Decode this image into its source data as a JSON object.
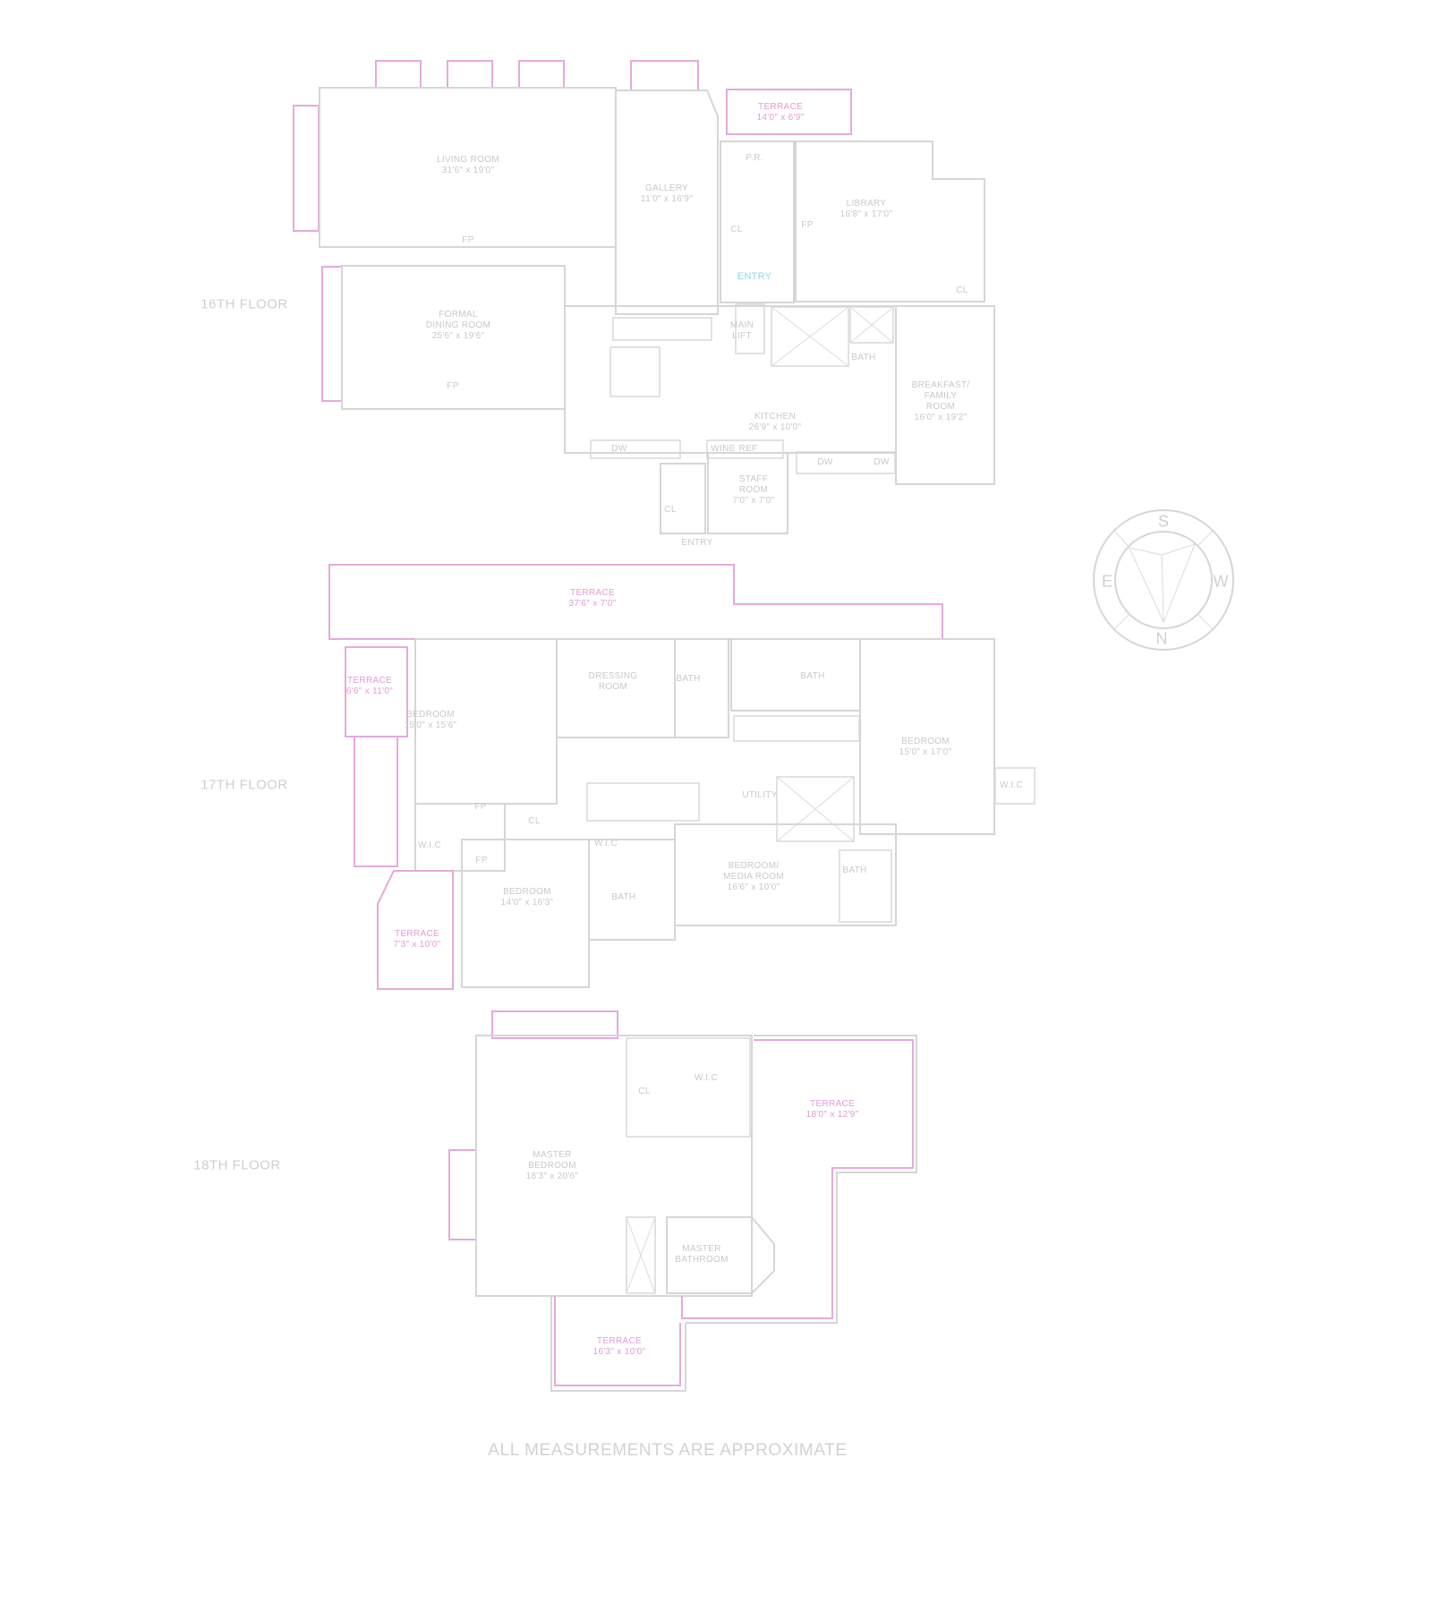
{
  "floors": {
    "f16": {
      "label": "16TH FLOOR",
      "rooms": {
        "living": {
          "name": "LIVING ROOM",
          "dim": "31'6\" x 19'0\""
        },
        "gallery": {
          "name": "GALLERY",
          "dim": "11'0\" x 16'9\""
        },
        "terrace": {
          "name": "TERRACE",
          "dim": "14'0\" x 6'9\""
        },
        "pr": {
          "name": "P.R."
        },
        "library": {
          "name": "LIBRARY",
          "dim": "16'8\" x 17'0\""
        },
        "entry": {
          "name": "ENTRY"
        },
        "dining": {
          "name": "FORMAL\nDINING ROOM",
          "dim": "25'6\" x 19'6\""
        },
        "lift": {
          "name": "MAIN\nLIFT"
        },
        "bath": {
          "name": "BATH"
        },
        "kitchen": {
          "name": "KITCHEN",
          "dim": "26'9\" x 10'0\""
        },
        "breakfast": {
          "name": "BREAKFAST/\nFAMILY\nROOM",
          "dim": "16'0\" x 19'2\""
        },
        "staff": {
          "name": "STAFF\nROOM",
          "dim": "7'0\" x 7'0\""
        },
        "service_entry": {
          "name": "ENTRY"
        },
        "fp1": "FP",
        "fp2": "FP",
        "fp3": "FP",
        "cl1": "CL",
        "cl2": "CL",
        "cl3": "CL",
        "dw": "DW",
        "ref": "REF",
        "wine": "WINE",
        "dw2": "DW",
        "dw3": "DW"
      }
    },
    "f17": {
      "label": "17TH FLOOR",
      "rooms": {
        "terrace_top": {
          "name": "TERRACE",
          "dim": "37'6\" x 7'0\""
        },
        "terrace_left": {
          "name": "TERRACE",
          "dim": "6'6\" x 11'0\""
        },
        "bedroom1": {
          "name": "BEDROOM",
          "dim": "15'0\" x 15'6\""
        },
        "dressing": {
          "name": "DRESSING\nROOM"
        },
        "bath1": {
          "name": "BATH"
        },
        "bath2": {
          "name": "BATH"
        },
        "bedroom2": {
          "name": "BEDROOM",
          "dim": "15'0\" x 17'0\""
        },
        "utility": {
          "name": "UTILITY"
        },
        "media": {
          "name": "BEDROOM/\nMEDIA ROOM",
          "dim": "16'6\" x 10'0\""
        },
        "bath3": {
          "name": "BATH"
        },
        "bath4": {
          "name": "BATH"
        },
        "bedroom3": {
          "name": "BEDROOM",
          "dim": "14'0\" x 16'3\""
        },
        "terrace_low": {
          "name": "TERRACE",
          "dim": "7'3\" x 10'0\""
        },
        "wic1": "W.I.C",
        "wic2": "W.I.C",
        "wic3": "W.I.C",
        "fp1": "FP",
        "fp2": "FP",
        "cl": "CL"
      }
    },
    "f18": {
      "label": "18TH FLOOR",
      "rooms": {
        "master": {
          "name": "MASTER\nBEDROOM",
          "dim": "18'3\" x 20'6\""
        },
        "wic": {
          "name": "W.I.C"
        },
        "terrace_right": {
          "name": "TERRACE",
          "dim": "18'0\" x 12'9\""
        },
        "master_bath": {
          "name": "MASTER\nBATHROOM"
        },
        "terrace_bottom": {
          "name": "TERRACE",
          "dim": "16'3\" x 10'0\""
        },
        "cl": "CL"
      }
    }
  },
  "compass": {
    "n": "N",
    "s": "S",
    "e": "E",
    "w": "W"
  },
  "footer": "ALL MEASUREMENTS ARE APPROXIMATE",
  "colors": {
    "walls": "#d6d6d6",
    "terrace": "#e6a9dc",
    "entry": "#8fd8e0"
  }
}
